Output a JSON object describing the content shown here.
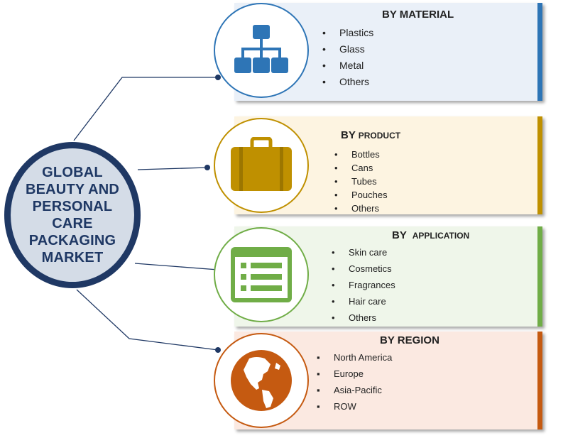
{
  "hub": {
    "title": "GLOBAL BEAUTY AND PERSONAL CARE PACKAGING MARKET"
  },
  "segments": [
    {
      "heading_prefix": "BY",
      "heading": "MATERIAL",
      "icon": "hierarchy-icon",
      "accent": "#2e75b6",
      "bg": "#eaf0f8",
      "items": [
        "Plastics",
        "Glass",
        "Metal",
        "Others"
      ]
    },
    {
      "heading_prefix": "BY",
      "heading": "PRODUCT",
      "icon": "suitcase-icon",
      "accent": "#bf9000",
      "bg": "#fdf4e1",
      "items": [
        "Bottles",
        "Cans",
        "Tubes",
        "Pouches",
        "Others"
      ]
    },
    {
      "heading_prefix": "BY",
      "heading": "APPLICATION",
      "icon": "list-window-icon",
      "accent": "#70ad47",
      "bg": "#eff6ea",
      "items": [
        "Skin care",
        "Cosmetics",
        "Fragrances",
        "Hair care",
        "Others"
      ]
    },
    {
      "heading_prefix": "BY",
      "heading": "REGION",
      "icon": "globe-icon",
      "accent": "#c55a11",
      "bg": "#fbe9e1",
      "items": [
        "North America",
        "Europe",
        "Asia-Pacific",
        "ROW"
      ]
    }
  ]
}
